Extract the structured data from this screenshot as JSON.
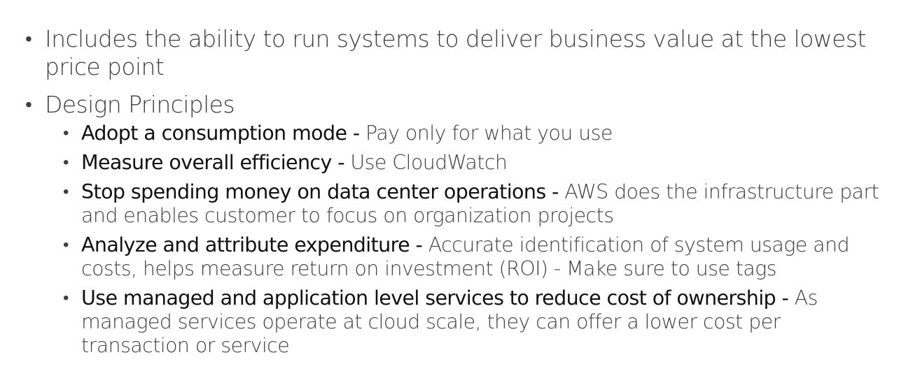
{
  "slide": {
    "bullets": [
      {
        "text": "Includes the ability to run systems to deliver business value at the lowest price point"
      },
      {
        "text": "Design Principles",
        "children": [
          {
            "bold": "Adopt a consumption mode",
            "sep": " - ",
            "rest": "Pay only for what you use"
          },
          {
            "bold": "Measure overall efficiency",
            "sep": " - ",
            "rest": "Use CloudWatch"
          },
          {
            "bold": "Stop spending money on data center operations",
            "sep": " - ",
            "rest": "AWS does the infrastructure part and enables customer to focus on organization projects"
          },
          {
            "bold": "Analyze and attribute expenditure",
            "sep": " - ",
            "rest": "Accurate identification of system usage and costs, helps measure return on investment (ROI) - Make sure to use tags"
          },
          {
            "bold": "Use managed and application level services to reduce cost of ownership",
            "sep": " - ",
            "rest": "As managed services operate at cloud scale, they can offer a lower cost per transaction or service"
          }
        ]
      }
    ],
    "bullet_glyph": "•"
  }
}
